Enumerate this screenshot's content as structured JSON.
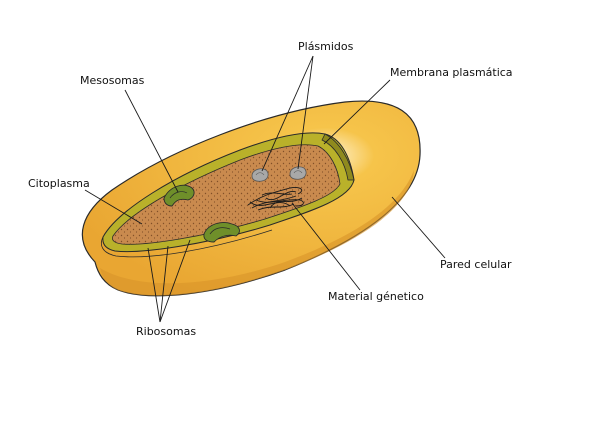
{
  "diagram": {
    "labels": {
      "plasmidos": "Plásmidos",
      "mesosomas": "Mesosomas",
      "membrana": "Membrana plasmática",
      "citoplasma": "Citoplasma",
      "pared": "Pared celular",
      "material_genetico": "Material génetico",
      "ribosomas": "Ribosomas"
    },
    "colors": {
      "cell_wall": "#f2b63a",
      "cell_wall_shadow": "#d8942a",
      "membrane": "#b9b12a",
      "cytoplasm": "#c98a4e",
      "cytoplasm_dots": "#7a4a24",
      "plasmid": "#a8a8a8",
      "outline": "#2a2a2a"
    }
  }
}
